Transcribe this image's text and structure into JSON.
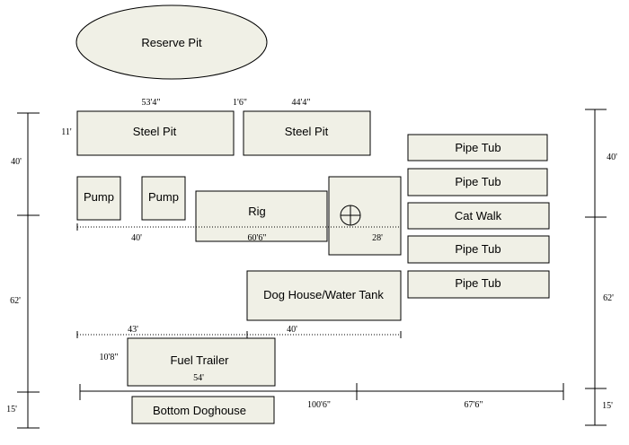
{
  "labels": {
    "reserve_pit": "Reserve Pit",
    "steel_pit_1": "Steel Pit",
    "steel_pit_2": "Steel Pit",
    "pump_1": "Pump",
    "pump_2": "Pump",
    "rig": "Rig",
    "dog_house_water_tank": "Dog House/Water Tank",
    "fuel_trailer": "Fuel Trailer",
    "bottom_doghouse": "Bottom Doghouse",
    "pipe_tub_1": "Pipe Tub",
    "pipe_tub_2": "Pipe Tub",
    "cat_walk": "Cat Walk",
    "pipe_tub_3": "Pipe Tub",
    "pipe_tub_4": "Pipe Tub"
  },
  "dimensions": {
    "steel_pit_1_width": "53'4\"",
    "gap_between_pits": "1'6\"",
    "steel_pit_2_width": "44'4\"",
    "steel_pit_height": "11'",
    "pump_span": "40'",
    "rig_width": "60'6\"",
    "substructure_width": "28'",
    "fuel_span": "43'",
    "dog_house_span": "40'",
    "fuel_trailer_height": "10'8\"",
    "fuel_trailer_width": "54'",
    "bottom_span_left": "100'6\"",
    "bottom_span_right": "67'6\"",
    "left_top": "40'",
    "left_mid": "62'",
    "left_bottom": "15'",
    "right_top": "40'",
    "right_mid": "62'",
    "right_bottom": "15'"
  }
}
